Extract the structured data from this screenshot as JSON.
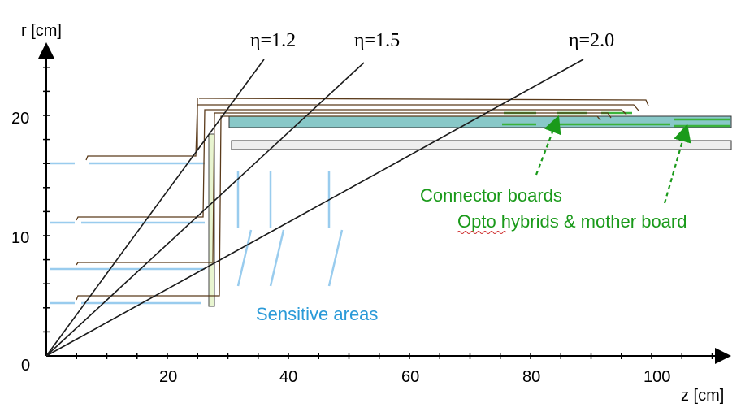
{
  "axes": {
    "y_label": "r [cm]",
    "x_label": "z [cm]",
    "origin_label": "0",
    "y_ticks": [
      "10",
      "20"
    ],
    "x_ticks": [
      "20",
      "40",
      "60",
      "80",
      "100"
    ]
  },
  "eta_lines": [
    {
      "label": "η=1.2",
      "eta": 1.2
    },
    {
      "label": "η=1.5",
      "eta": 1.5
    },
    {
      "label": "η=2.0",
      "eta": 2.0
    }
  ],
  "annotations": {
    "connector": "Connector boards",
    "opto": "Opto hybrids & mother board",
    "sensitive": "Sensitive areas"
  },
  "colors": {
    "axis": "#000000",
    "eta_line": "#1a1a1a",
    "cable": "#5a3a1a",
    "sensitive": "#99ccee",
    "green_label": "#1a9a1a",
    "sensitive_label": "#2a9ad8",
    "teal_board": "#88c8c8",
    "grey_board": "#eeeeee"
  }
}
